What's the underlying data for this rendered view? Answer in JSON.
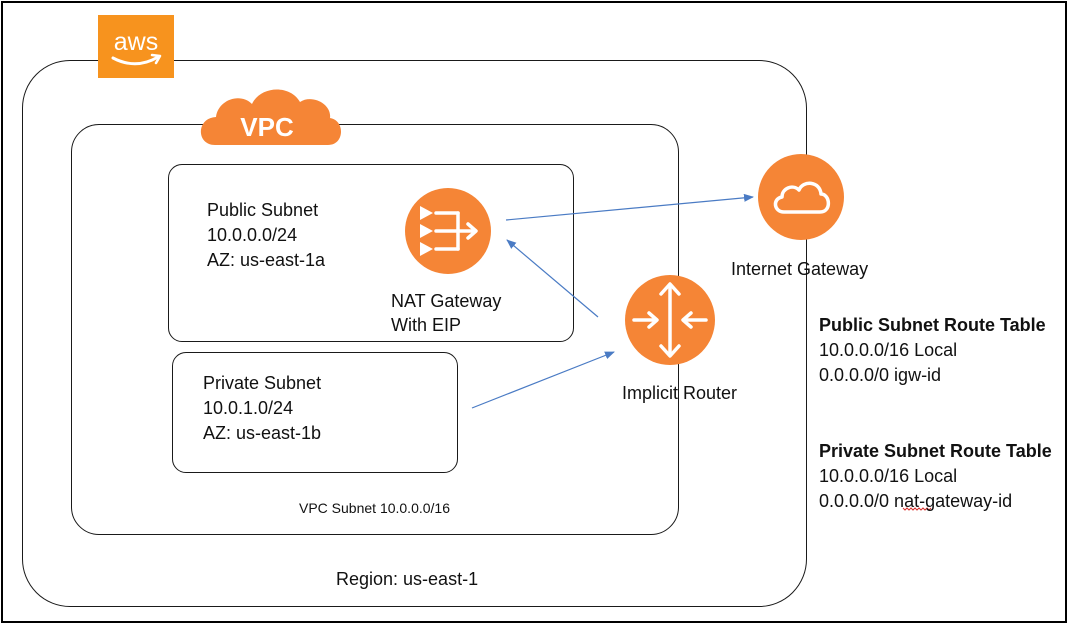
{
  "aws_logo": {
    "text": "aws",
    "color": "#f7931e"
  },
  "vpc_badge": {
    "text": "VPC",
    "color": "#f58536"
  },
  "region_label": "Region: us-east-1",
  "vpc_subnet_label": "VPC Subnet 10.0.0.0/16",
  "public_subnet": {
    "name": "Public Subnet",
    "cidr": "10.0.0.0/24",
    "az": "AZ: us-east-1a"
  },
  "private_subnet": {
    "name": "Private Subnet",
    "cidr": "10.0.1.0/24",
    "az": "AZ: us-east-1b"
  },
  "nat_gateway": {
    "line1": "NAT Gateway",
    "line2": "With EIP",
    "icon": "nat-gateway-icon"
  },
  "internet_gateway": {
    "label": "Internet Gateway",
    "icon": "cloud-icon"
  },
  "router": {
    "label": "Implicit Router",
    "icon": "router-icon"
  },
  "public_route_table": {
    "title": "Public Subnet Route Table",
    "rows": [
      "10.0.0.0/16 Local",
      "0.0.0.0/0 igw-id"
    ]
  },
  "private_route_table": {
    "title": "Private Subnet Route Table",
    "rows": [
      "10.0.0.0/16 Local",
      "0.0.0.0/0 nat-gateway-id"
    ]
  },
  "colors": {
    "orange": "#f58536",
    "arrow": "#4a7bc4",
    "line": "#1a1a1a"
  }
}
